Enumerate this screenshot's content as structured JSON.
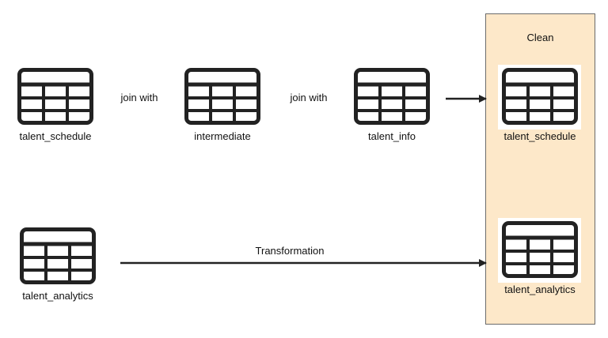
{
  "colors": {
    "group_fill": "#fde8c9",
    "group_border": "#6b6b6b",
    "stroke": "#222222"
  },
  "group": {
    "title": "Clean"
  },
  "nodes": {
    "talent_schedule": "talent_schedule",
    "intermediate": "intermediate",
    "talent_info": "talent_info",
    "talent_analytics": "talent_analytics",
    "clean_talent_schedule": "talent_schedule",
    "clean_talent_analytics": "talent_analytics"
  },
  "edges": {
    "join_1": "join with",
    "join_2": "join with",
    "transformation": "Transformation"
  },
  "icons": [
    "table-icon"
  ]
}
